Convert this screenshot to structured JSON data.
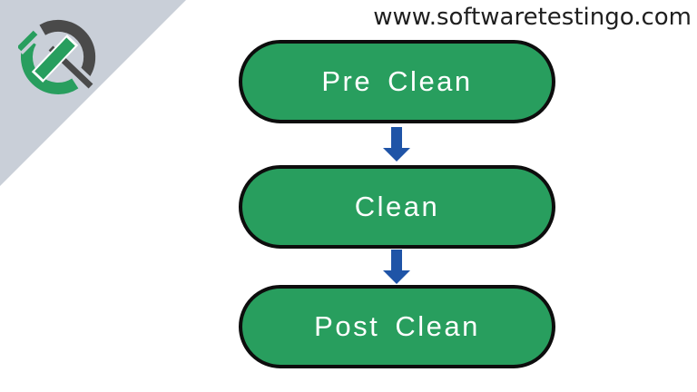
{
  "header": {
    "website_url": "www.softwaretestingo.com"
  },
  "logo": {
    "name": "softwaretestingo-gavel-logo"
  },
  "diagram": {
    "type": "vertical-flowchart",
    "steps": [
      {
        "label": "Pre Clean"
      },
      {
        "label": "Clean"
      },
      {
        "label": "Post Clean"
      }
    ],
    "connectors": [
      {
        "from": "Pre Clean",
        "to": "Clean",
        "icon": "arrow-down-icon"
      },
      {
        "from": "Clean",
        "to": "Post Clean",
        "icon": "arrow-down-icon"
      }
    ]
  },
  "colors": {
    "node_fill": "#289e5e",
    "node_border": "#0d0d0d",
    "arrow_blue": "#1f54a7",
    "triangle_gray": "#c9cfd8",
    "logo_gray": "#4a4a4a",
    "logo_green": "#289e5e",
    "text_dark": "#1f1f1f",
    "canvas_bg": "#ffffff"
  }
}
